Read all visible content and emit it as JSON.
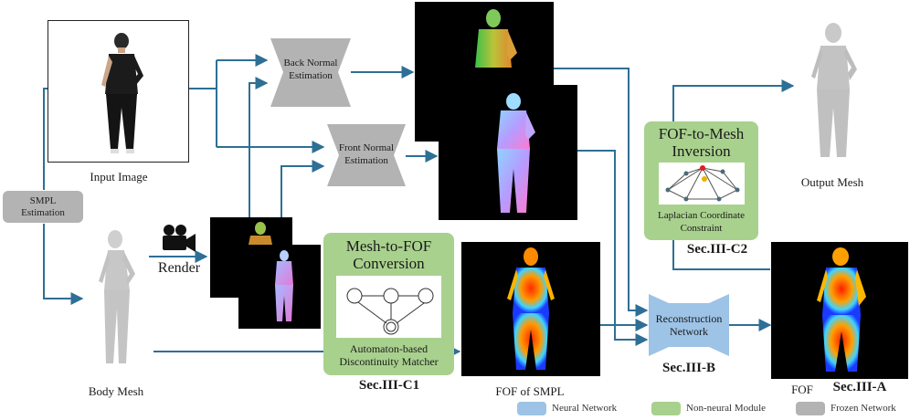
{
  "labels": {
    "input_image": "Input Image",
    "body_mesh": "Body Mesh",
    "render": "Render",
    "output_mesh": "Output Mesh",
    "fof_of_smpl": "FOF of SMPL",
    "fof": "FOF"
  },
  "modules": {
    "smpl_estimation": "SMPL\nEstimation",
    "back_normal": "Back Normal\nEstimation",
    "front_normal": "Front Normal\nEstimation",
    "reconstruction": "Reconstruction\nNetwork"
  },
  "green_modules": {
    "mesh_to_fof": {
      "title": "Mesh-to-FOF\nConversion",
      "caption": "Automaton-based\nDiscontinuity Matcher"
    },
    "fof_to_mesh": {
      "title": "FOF-to-Mesh\nInversion",
      "caption": "Laplacian Coordinate\nConstraint"
    }
  },
  "sections": {
    "c1": "Sec.III-C1",
    "c2": "Sec.III-C2",
    "b": "Sec.III-B",
    "a": "Sec.III-A"
  },
  "legend": [
    {
      "label": "Neural Network",
      "color": "#9dc3e6"
    },
    {
      "label": "Non-neural Module",
      "color": "#a9d18e"
    },
    {
      "label": "Frozen Network",
      "color": "#b3b3b3"
    }
  ],
  "colors": {
    "arrow": "#2e6f95",
    "frozen": "#b3b3b3",
    "neural": "#9dc3e6",
    "non_neural": "#a9d18e"
  }
}
